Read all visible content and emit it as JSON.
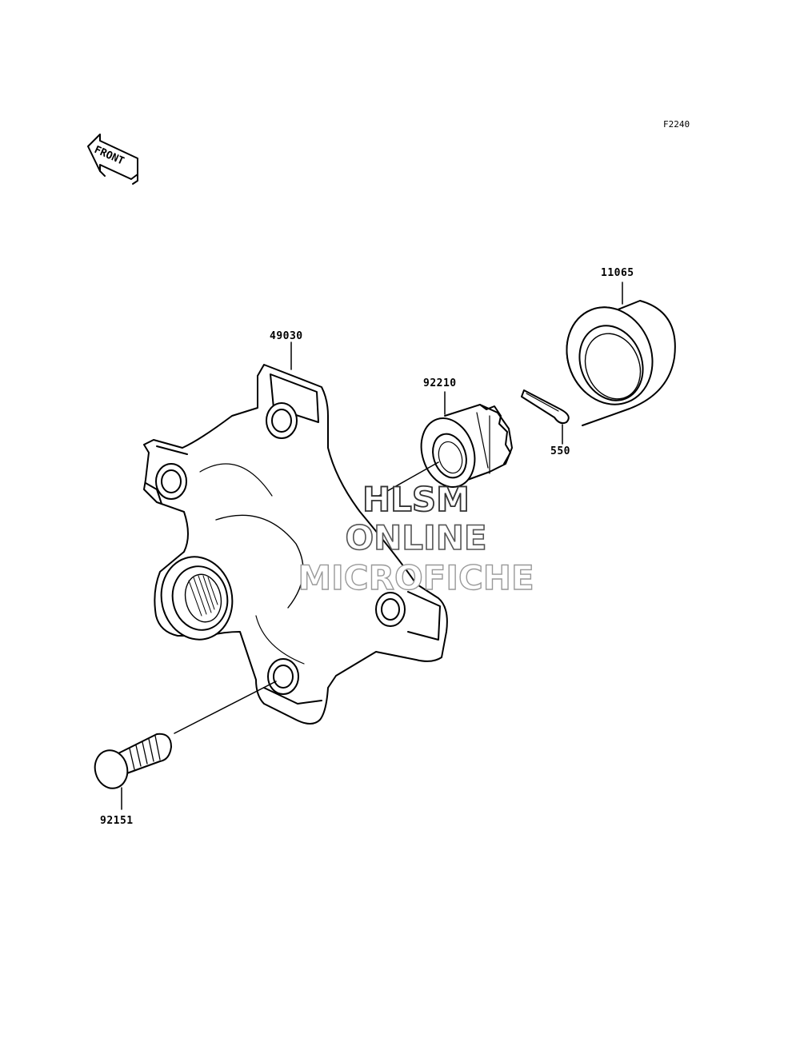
{
  "figure_code": "F2240",
  "front_arrow_text": "FRONT",
  "parts": [
    {
      "id": "11065"
    },
    {
      "id": "49030"
    },
    {
      "id": "92210"
    },
    {
      "id": "550"
    },
    {
      "id": "92151"
    }
  ],
  "watermark": {
    "line1": "HLSM",
    "line2": "ONLINE",
    "line3": "MICROFICHE"
  }
}
